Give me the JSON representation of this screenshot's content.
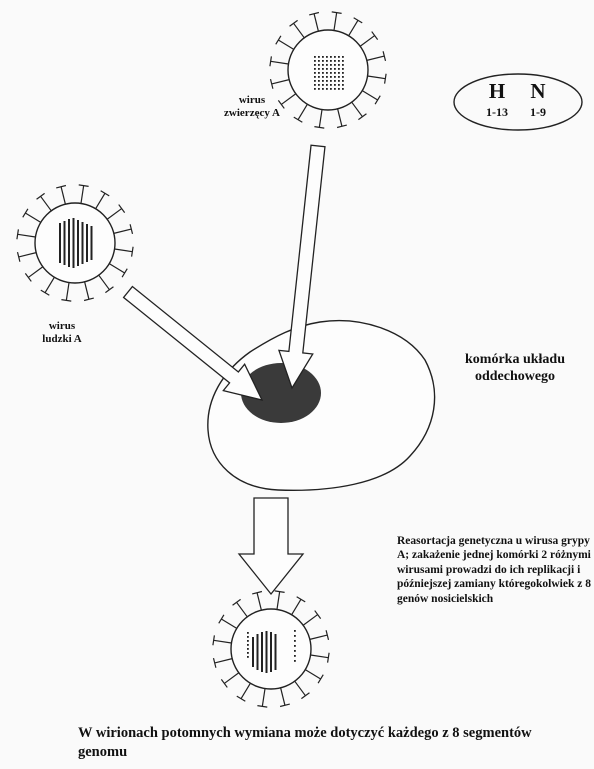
{
  "labels": {
    "animal_virus": [
      "wirus",
      "zwierzęcy A"
    ],
    "human_virus": [
      "wirus",
      "ludzki A"
    ],
    "cell": [
      "komórka układu",
      "oddechowego"
    ]
  },
  "hn": {
    "h_letter": "H",
    "n_letter": "N",
    "h_range": "1-13",
    "n_range": "1-9"
  },
  "reassortment_text": "Reasortacja genetyczna u wirusa grypy A; zakażenie jednej komórki 2 różnymi wirusami prowadzi do ich replikacji i późniejszej zamiany któregokolwiek z 8 genów nosicielskich",
  "caption": "W wirionach potomnych wymiana może dotyczyć każdego z 8 segmentów genomu"
}
